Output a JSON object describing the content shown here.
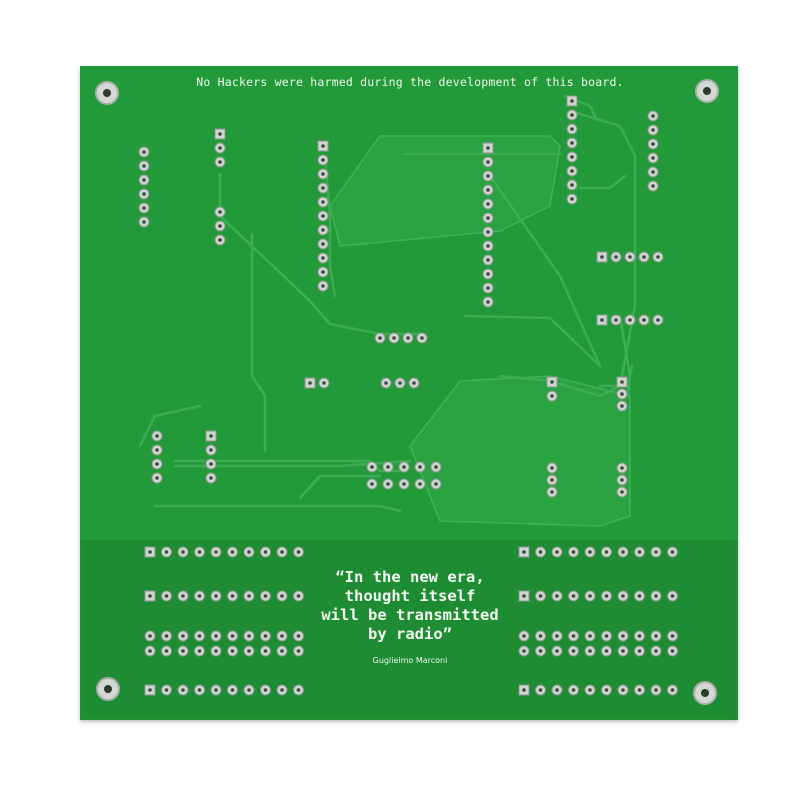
{
  "board": {
    "top_silkscreen": "No Hackers were harmed during the development of this board.",
    "quote_lines": [
      "“In the new era,",
      "thought itself",
      "will be transmitted",
      "by radio”"
    ],
    "quote_author": "Guglielmo Marconi"
  },
  "colors": {
    "pcb_green": "#239a39",
    "pcb_lower": "#1e8c33",
    "trace": "#34a84a",
    "silkscreen": "#f4fbf2",
    "pad_silver": "#c9cfca"
  }
}
